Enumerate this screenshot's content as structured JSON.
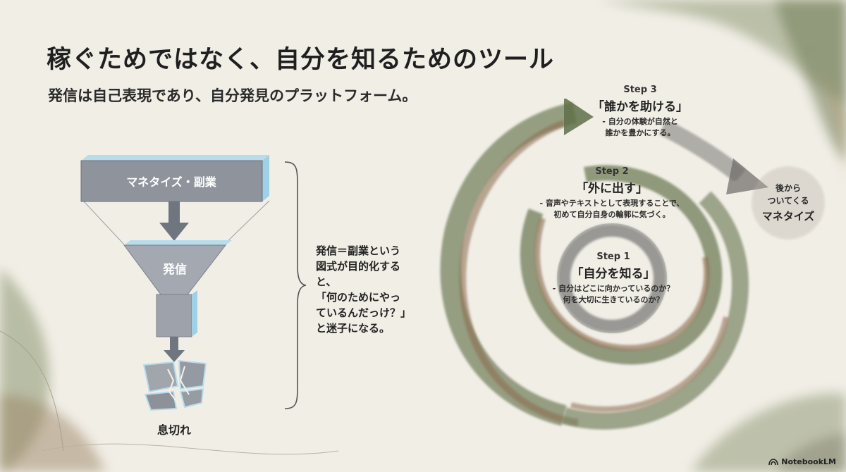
{
  "title": "稼ぐためではなく、自分を知るためのツール",
  "subtitle": "発信は自己表現であり、自分発見のプラットフォーム。",
  "funnel": {
    "top_label": "マネタイズ・副業",
    "middle_label": "発信",
    "bottom_label": "息切れ"
  },
  "note_lines": [
    "発信＝副業という",
    "図式が目的化する",
    "と、",
    "「何のためにやっ",
    "ているんだっけ？」",
    "と迷子になる。"
  ],
  "steps": [
    {
      "label": "Step 1",
      "heading": "「自分を知る」",
      "desc": [
        "- 自分はどこに向かっているのか？",
        "何を大切に生きているのか？"
      ]
    },
    {
      "label": "Step 2",
      "heading": "「外に出す」",
      "desc": [
        "- 音声やテキストとして表現することで、",
        "初めて自分自身の輪郭に気づく。"
      ]
    },
    {
      "label": "Step 3",
      "heading": "「誰かを助ける」",
      "desc": [
        "- 自分の体験が自然と",
        "誰かを豊かにする。"
      ]
    }
  ],
  "monetize": {
    "pre": [
      "後から",
      "ついてくる"
    ],
    "main": "マネタイズ"
  },
  "brand": "NotebookLM",
  "colors": {
    "background": "#f1eee6",
    "funnel": "#8e939c",
    "funnel_edge": "#9fd0e4",
    "spiral_green": "#6f7d58",
    "spiral_brown": "#8b6b4e",
    "spiral_gray": "#6e6e6e"
  }
}
